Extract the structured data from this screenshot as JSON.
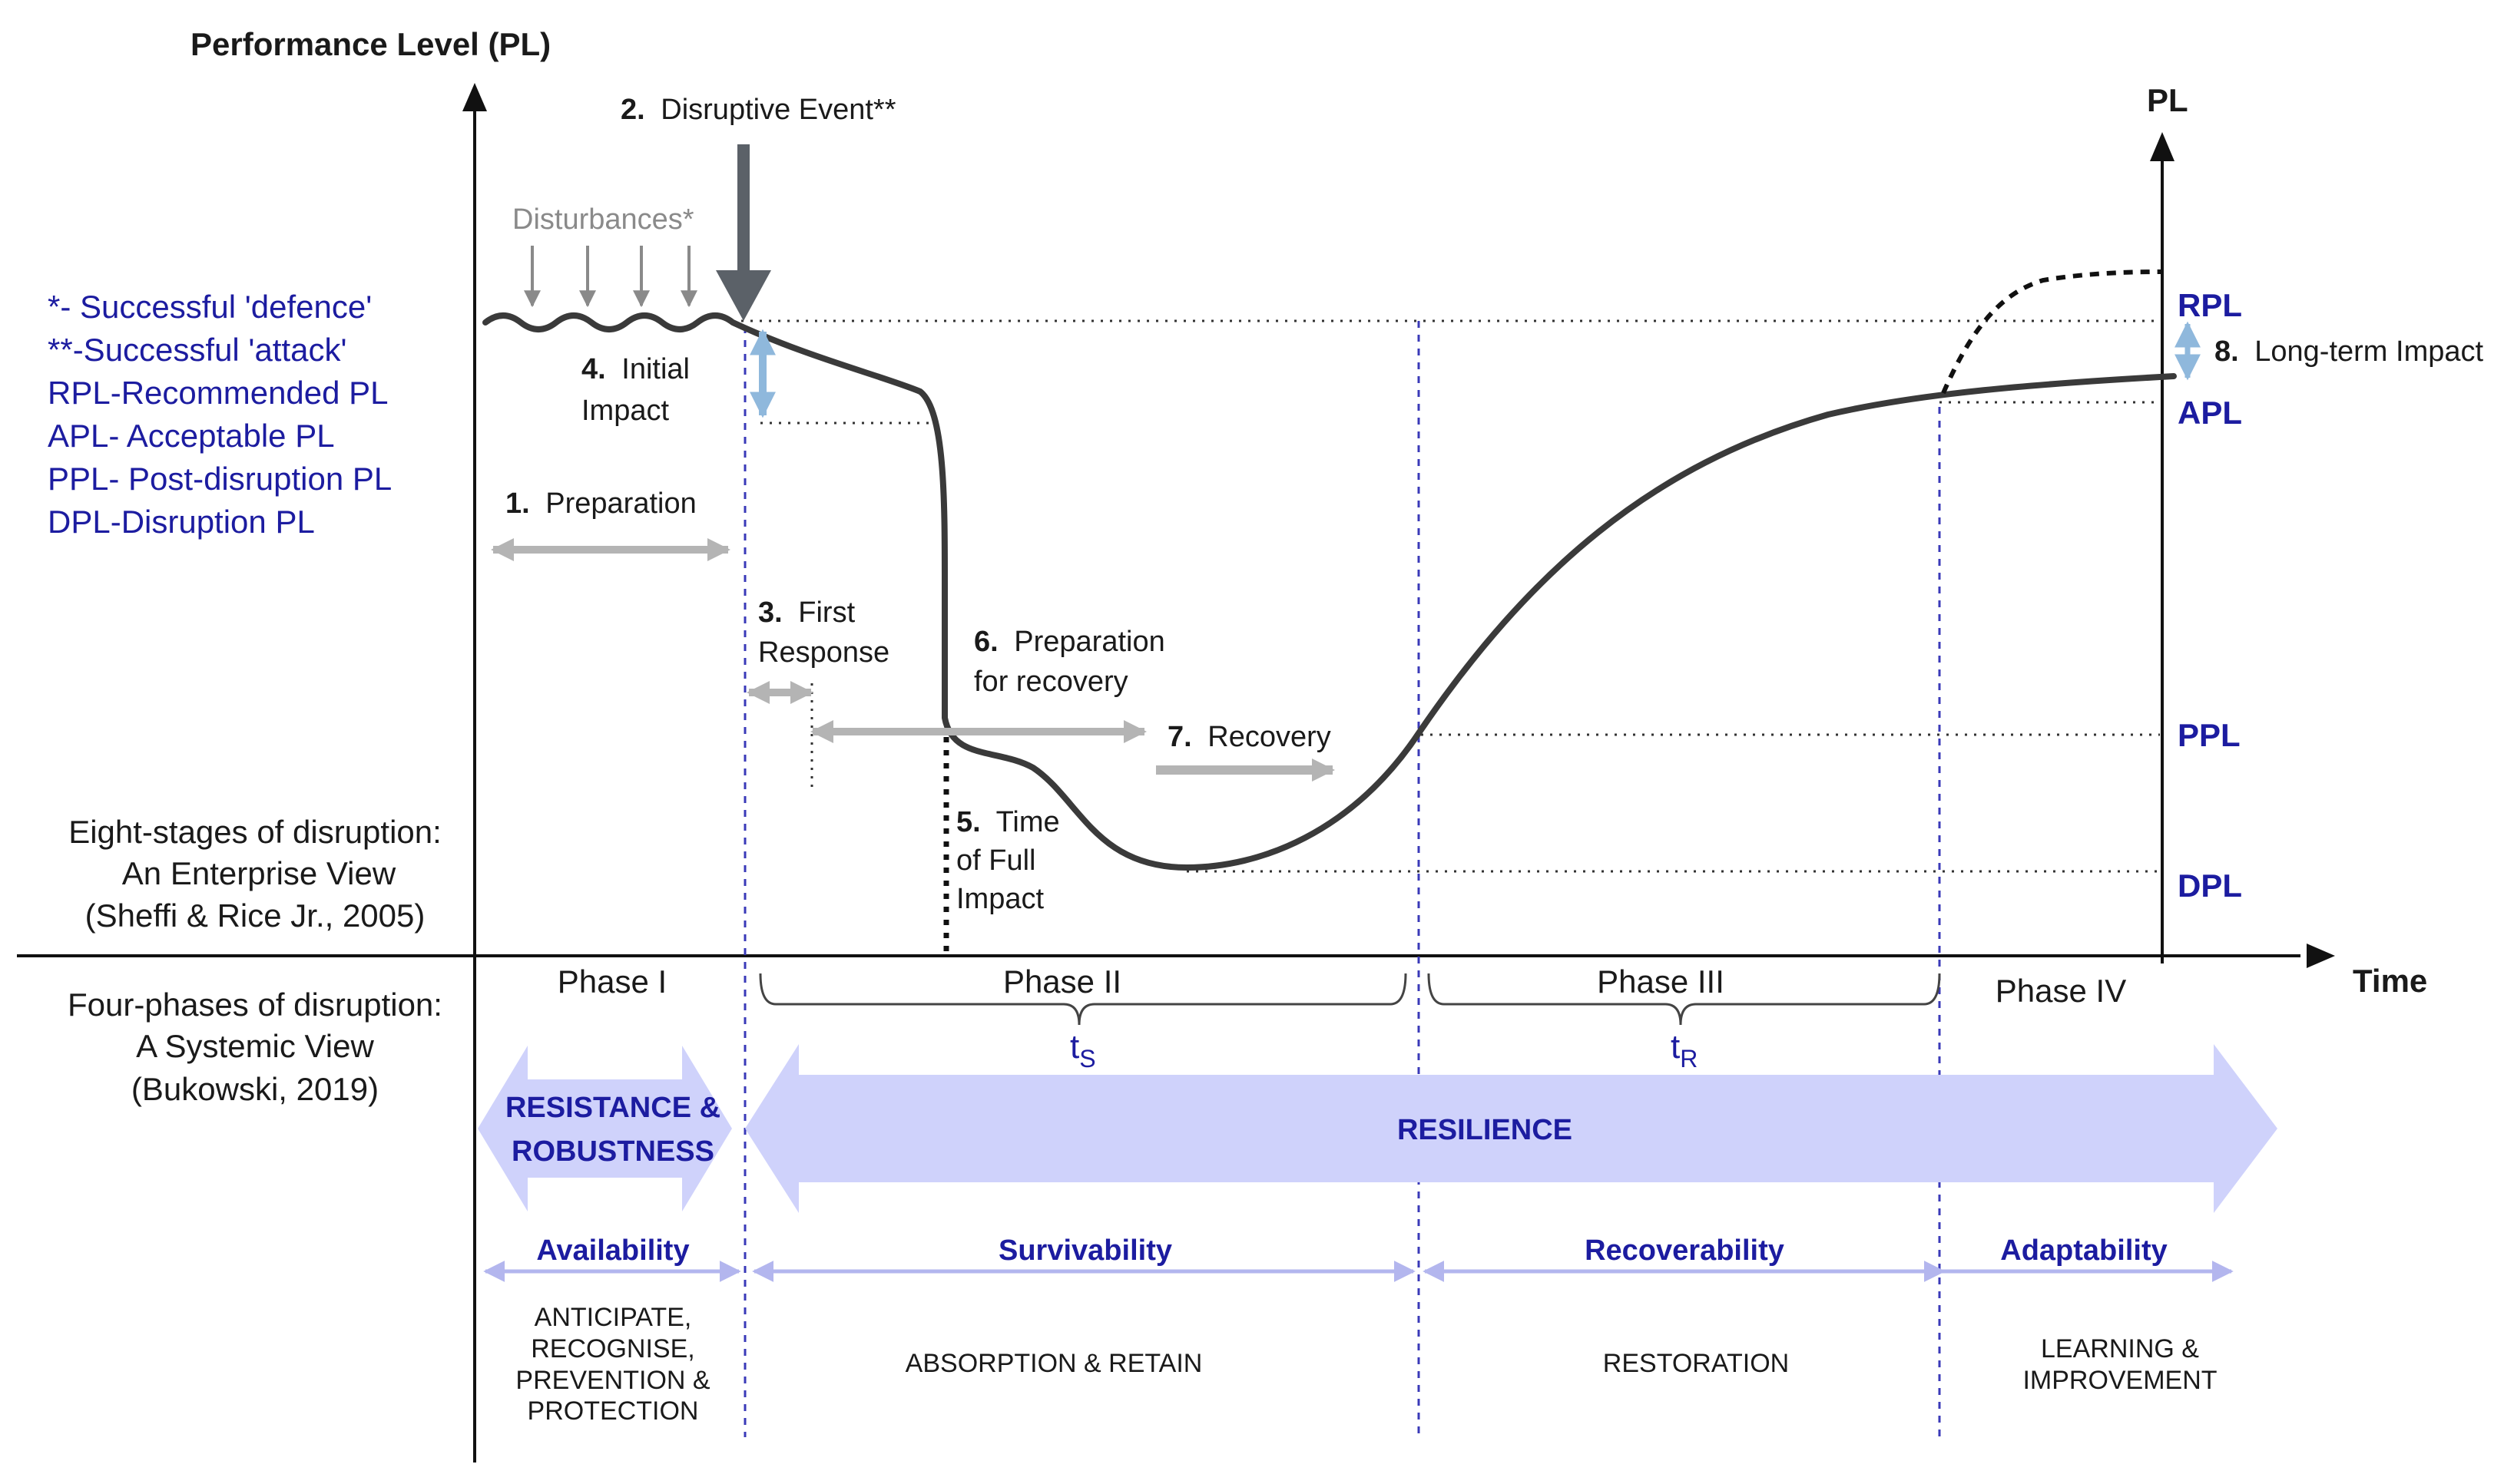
{
  "axes": {
    "y_title": "Performance Level (PL)",
    "right_title": "PL",
    "x_title": "Time"
  },
  "legend": {
    "items": [
      "*- Successful 'defence'",
      "**-Successful 'attack'",
      "RPL-Recommended PL",
      "APL- Acceptable PL",
      "PPL- Post-disruption PL",
      "DPL-Disruption PL"
    ]
  },
  "levels": {
    "rpl": "RPL",
    "apl": "APL",
    "ppl": "PPL",
    "dpl": "DPL"
  },
  "stages": {
    "s1": {
      "num": "1.",
      "text": "Preparation"
    },
    "s2": {
      "num": "2.",
      "text": "Disruptive Event**"
    },
    "s3": {
      "num": "3.",
      "text1": "First",
      "text2": "Response"
    },
    "s4": {
      "num": "4.",
      "text1": "Initial",
      "text2": "Impact"
    },
    "s5": {
      "num": "5.",
      "text1": "Time",
      "text2": "of Full",
      "text3": "Impact"
    },
    "s6": {
      "num": "6.",
      "text1": "Preparation",
      "text2": "for recovery"
    },
    "s7": {
      "num": "7.",
      "text": "Recovery"
    },
    "s8": {
      "num": "8.",
      "text": "Long-term Impact"
    },
    "disturbances": "Disturbances*"
  },
  "views": {
    "enterprise": {
      "line1": "Eight-stages of disruption:",
      "line2": "An Enterprise View",
      "line3": "(Sheffi & Rice Jr., 2005)"
    },
    "systemic": {
      "line1": "Four-phases of disruption:",
      "line2": "A Systemic View",
      "line3": "(Bukowski, 2019)"
    }
  },
  "phases": {
    "p1": "Phase  I",
    "p2": "Phase  II",
    "p3": "Phase  III",
    "p4": "Phase  IV",
    "ts_main": "t",
    "ts_sub": "S",
    "tr_main": "t",
    "tr_sub": "R"
  },
  "big_arrows": {
    "resistance_line1": "RESISTANCE &",
    "resistance_line2": "ROBUSTNESS",
    "resilience": "RESILIENCE"
  },
  "capabilities": [
    "Availability",
    "Survivability",
    "Recoverability",
    "Adaptability"
  ],
  "actions": {
    "a1": [
      "ANTICIPATE,",
      "RECOGNISE,",
      "PREVENTION &",
      "PROTECTION"
    ],
    "a2": "ABSORPTION & RETAIN",
    "a3": "RESTORATION",
    "a4": [
      "LEARNING &",
      "IMPROVEMENT"
    ]
  },
  "colors": {
    "curve": "#3a3a3a",
    "blue_text": "#1c1ca0",
    "band_fill": "#cfd2fb",
    "thin_arrow": "#b3b6ee",
    "grey_arrow": "#b4b4b4",
    "impact_arrow": "#8fb8dc",
    "phase_divider": "#3a3ab8"
  }
}
